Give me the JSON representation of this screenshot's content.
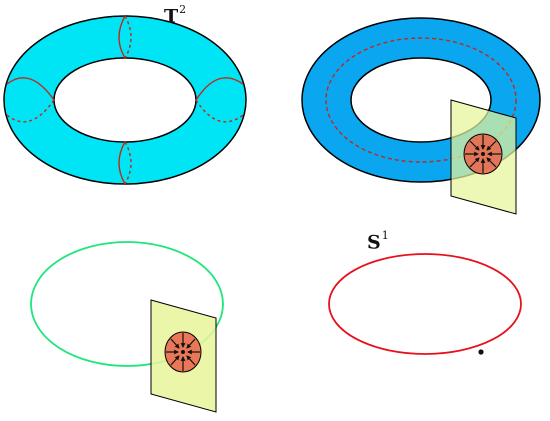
{
  "labels": {
    "torus": {
      "base": "T",
      "exp": "2"
    },
    "circle": {
      "base": "S",
      "exp": "1"
    }
  },
  "colors": {
    "torus_fill": "#00e5f5",
    "thick_fill": "#0aa6f0",
    "stroke": "#000000",
    "meridian": "#c0281a",
    "plane": "#e8f59a",
    "green_circle": "#1de67a",
    "red_circle": "#e8101a",
    "disk": "#e86a4e",
    "arrow": "#111111"
  },
  "icons": [
    "torus-diagram",
    "thickened-circle-diagram",
    "green-circle-diagram",
    "red-circle-diagram"
  ]
}
